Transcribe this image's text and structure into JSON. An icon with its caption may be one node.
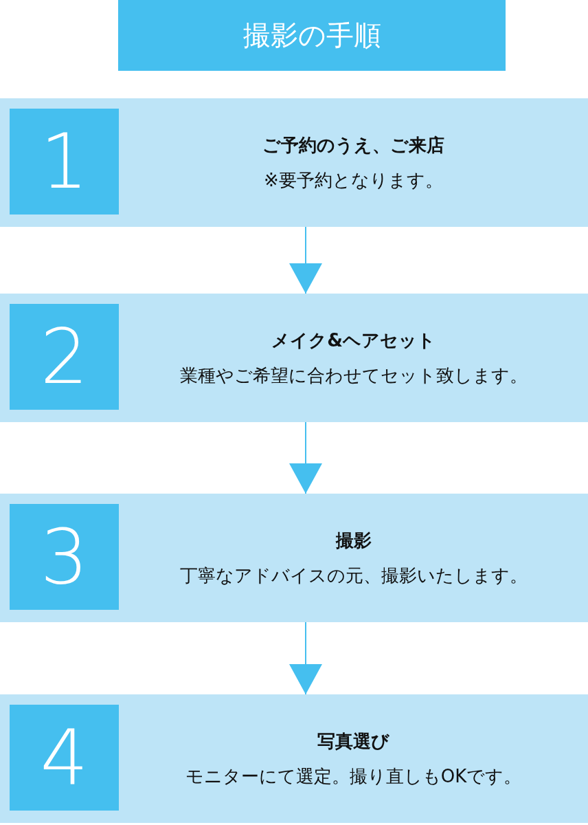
{
  "diagram": {
    "title": "撮影の手順",
    "nodes": [
      {
        "text": [
          "ご予約のうえ、ご来店",
          "※要予約となります。"
        ]
      },
      {
        "text": [
          "1"
        ],
        "in": 0
      },
      {
        "text": [
          "メイク&ヘアセット",
          "業種やご希望に合わせてセット致します。"
        ]
      },
      {
        "text": [
          "2"
        ],
        "in": 2
      },
      {
        "text": [
          "撮影",
          "丁寧なアドバイスの元、撮影いたします。"
        ]
      },
      {
        "text": [
          "3"
        ],
        "in": 4
      },
      {
        "text": [
          "写真選び",
          "モニターにて選定。撮り直しもOKです。"
        ]
      },
      {
        "text": [
          "4"
        ],
        "in": 6
      }
    ],
    "edges": [
      {
        "from": 0,
        "to": 2,
        "arrow": "to"
      },
      {
        "from": 2,
        "to": 4,
        "arrow": "to"
      },
      {
        "from": 4,
        "to": 6,
        "arrow": "to"
      }
    ]
  }
}
